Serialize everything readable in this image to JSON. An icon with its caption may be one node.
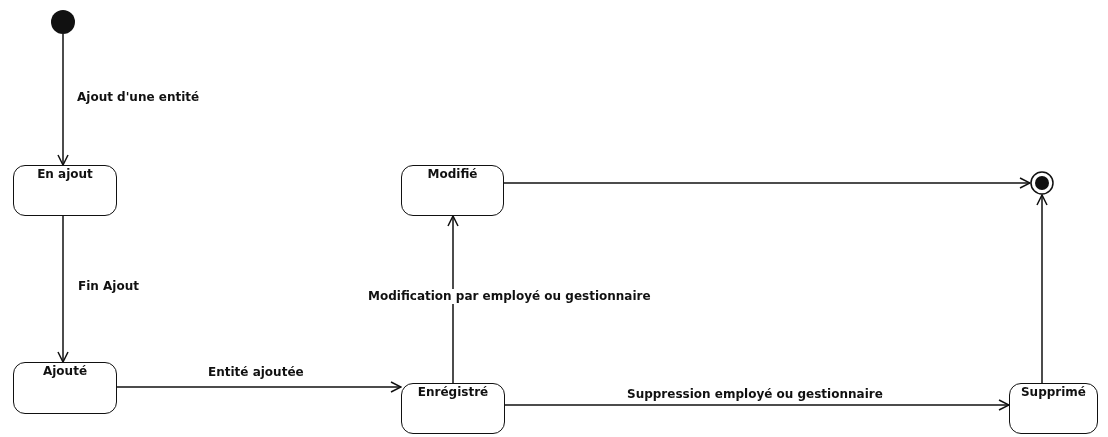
{
  "diagram": {
    "nodes": [
      {
        "text": [],
        "shape": "circle"
      },
      {
        "text": [
          "En ajout"
        ]
      },
      {
        "text": [
          "Ajouté"
        ]
      },
      {
        "text": [
          "Modifié"
        ]
      },
      {
        "text": [
          "Enrégistré"
        ]
      },
      {
        "text": [],
        "shape": "circle"
      },
      {
        "text": [
          "Supprimé"
        ]
      }
    ],
    "edges": [
      {
        "from": 0,
        "to": 1,
        "arrow": "to",
        "label": "Ajout d'une entité"
      },
      {
        "from": 1,
        "to": 2,
        "arrow": "to",
        "label": "Fin Ajout"
      },
      {
        "from": 2,
        "to": 4,
        "arrow": "to",
        "label": "Entité ajoutée"
      },
      {
        "from": 4,
        "to": 3,
        "arrow": "to",
        "label": "Modification par employé ou gestionnaire"
      },
      {
        "from": 4,
        "to": 6,
        "arrow": "to",
        "label": "Suppression employé ou gestionnaire"
      },
      {
        "from": 3,
        "to": 5,
        "arrow": "to"
      },
      {
        "from": 6,
        "to": 5,
        "arrow": "to"
      }
    ]
  }
}
